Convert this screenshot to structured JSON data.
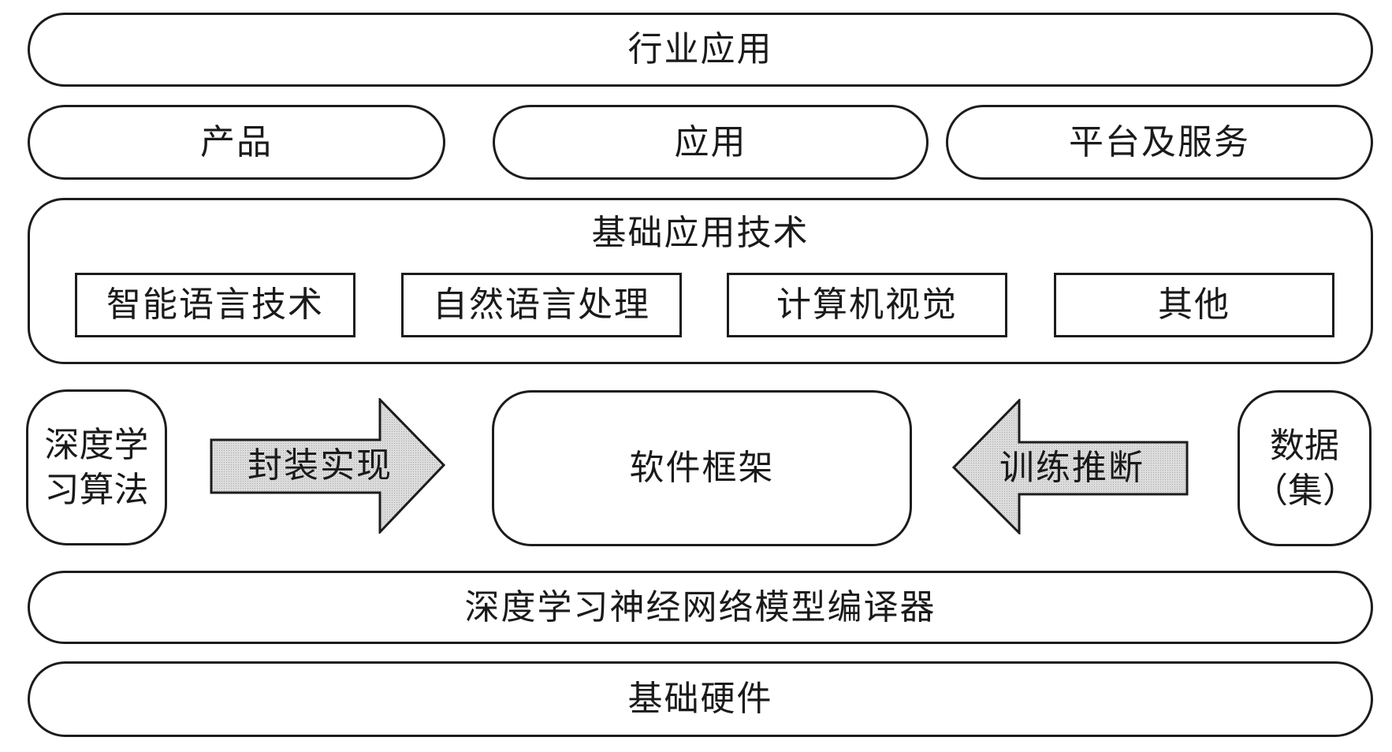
{
  "diagram": {
    "industry_app": "行业应用",
    "layer2": [
      "产品",
      "应用",
      "平台及服务"
    ],
    "base_tech": {
      "title": "基础应用技术",
      "items": [
        "智能语言技术",
        "自然语言处理",
        "计算机视觉",
        "其他"
      ]
    },
    "middle": {
      "algorithm": "深度学习算法",
      "encapsulate_arrow": "封装实现",
      "framework": "软件框架",
      "train_arrow": "训练推断",
      "data": "数据（集）"
    },
    "compiler": "深度学习神经网络模型编译器",
    "hardware": "基础硬件",
    "colors": {
      "border": "#1c1c1c",
      "arrow_fill": "#d2d2d2",
      "background": "#ffffff"
    }
  }
}
